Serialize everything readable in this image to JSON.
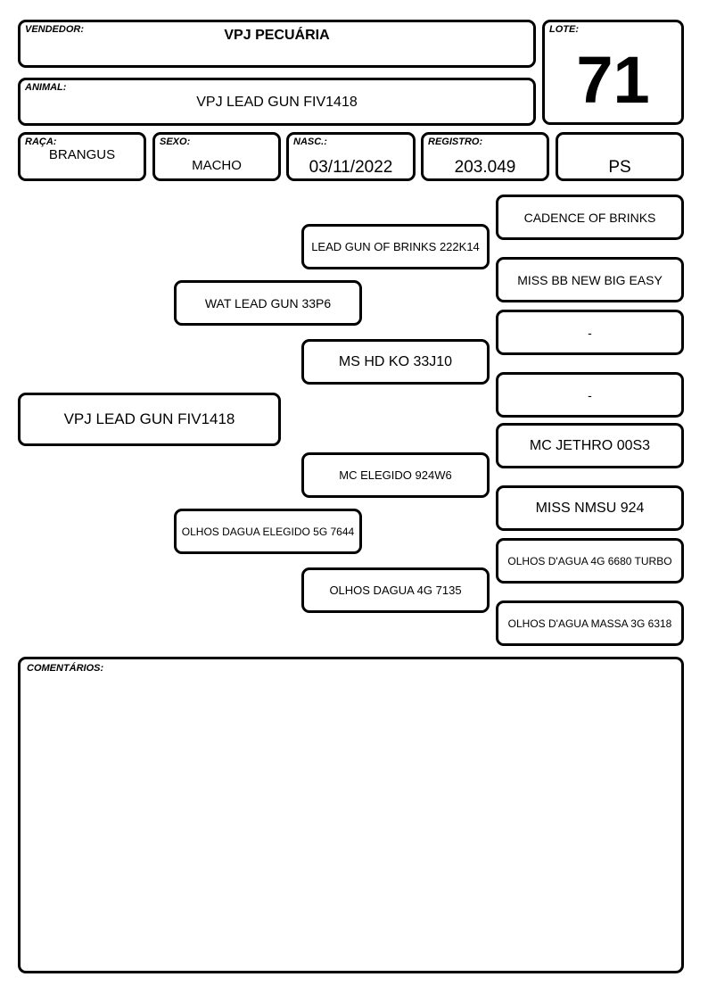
{
  "header": {
    "vendedor_label": "VENDEDOR:",
    "vendedor_value": "VPJ PECUÁRIA",
    "lote_label": "LOTE:",
    "lote_value": "71",
    "animal_label": "ANIMAL:",
    "animal_value": "VPJ LEAD GUN FIV1418"
  },
  "info": {
    "raca_label": "RAÇA:",
    "raca_value": "BRANGUS",
    "sexo_label": "SEXO:",
    "sexo_value": "MACHO",
    "nasc_label": "NASC.:",
    "nasc_value": "03/11/2022",
    "registro_label": "REGISTRO:",
    "registro_value": "203.049",
    "categoria_value": "PS"
  },
  "pedigree": {
    "animal": "VPJ LEAD GUN FIV1418",
    "sire": "WAT LEAD GUN 33P6",
    "dam": "OLHOS DAGUA ELEGIDO 5G 7644",
    "sire_sire": "LEAD GUN OF BRINKS 222K14",
    "sire_dam": "MS HD KO 33J10",
    "dam_sire": "MC ELEGIDO 924W6",
    "dam_dam": "OLHOS DAGUA 4G 7135",
    "sss": "CADENCE OF BRINKS",
    "ssd": "MISS BB NEW BIG EASY",
    "sds": "-",
    "sdd": "-",
    "dss": "MC JETHRO 00S3",
    "dsd": "MISS NMSU 924",
    "dds": "OLHOS D'AGUA 4G 6680 TURBO",
    "ddd": "OLHOS D'AGUA MASSA 3G 6318"
  },
  "comments": {
    "label": "COMENTÁRIOS:",
    "text": ""
  }
}
